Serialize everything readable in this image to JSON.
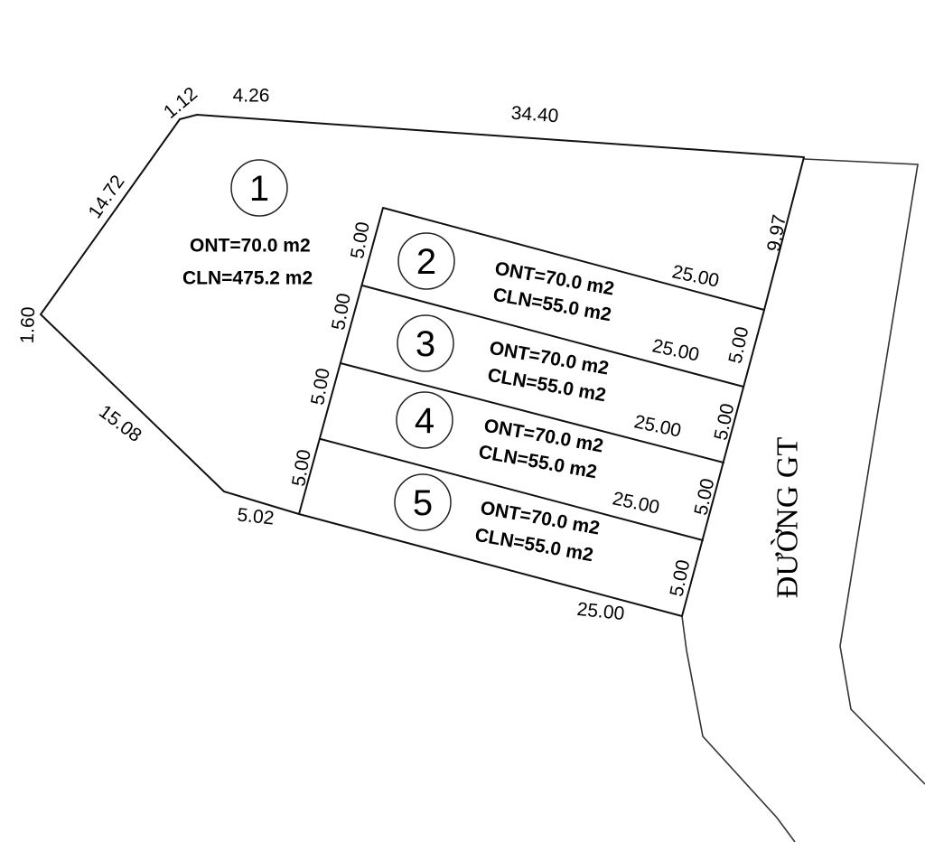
{
  "road_label": "ĐƯỜNG GT",
  "edge_lengths": {
    "e_112": "1.12",
    "e_426": "4.26",
    "e_3440": "34.40",
    "e_1472": "14.72",
    "e_160": "1.60",
    "e_1508": "15.08",
    "e_502": "5.02",
    "e_997": "9.97"
  },
  "lots": [
    {
      "number": "1",
      "ont": "ONT=70.0 m2",
      "cln": "CLN=475.2 m2"
    },
    {
      "number": "2",
      "ont": "ONT=70.0 m2",
      "cln": "CLN=55.0 m2",
      "width_left": "5.00",
      "length": "25.00"
    },
    {
      "number": "3",
      "ont": "ONT=70.0 m2",
      "cln": "CLN=55.0 m2",
      "width_left": "5.00",
      "length": "25.00",
      "width_right": "5.00"
    },
    {
      "number": "4",
      "ont": "ONT=70.0 m2",
      "cln": "CLN=55.0 m2",
      "width_left": "5.00",
      "length": "25.00",
      "width_right": "5.00"
    },
    {
      "number": "5",
      "ont": "ONT=70.0 m2",
      "cln": "CLN=55.0 m2",
      "width_left": "5.00",
      "length": "25.00",
      "width_right": "5.00"
    }
  ],
  "bottom": {
    "length": "25.00",
    "width_right": "5.00"
  }
}
